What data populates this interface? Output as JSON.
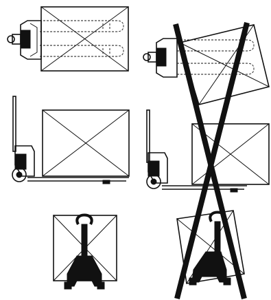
{
  "diagram": {
    "layout": "2-columns-by-3-rows",
    "columns": [
      {
        "id": "correct",
        "marking": "none"
      },
      {
        "id": "incorrect",
        "marking": "large-x-cross"
      }
    ],
    "rows": [
      "top-view",
      "side-view",
      "rear-view"
    ],
    "subject": "pallet-truck-with-load",
    "colors": {
      "ink": "#111111",
      "background": "#ffffff"
    }
  }
}
